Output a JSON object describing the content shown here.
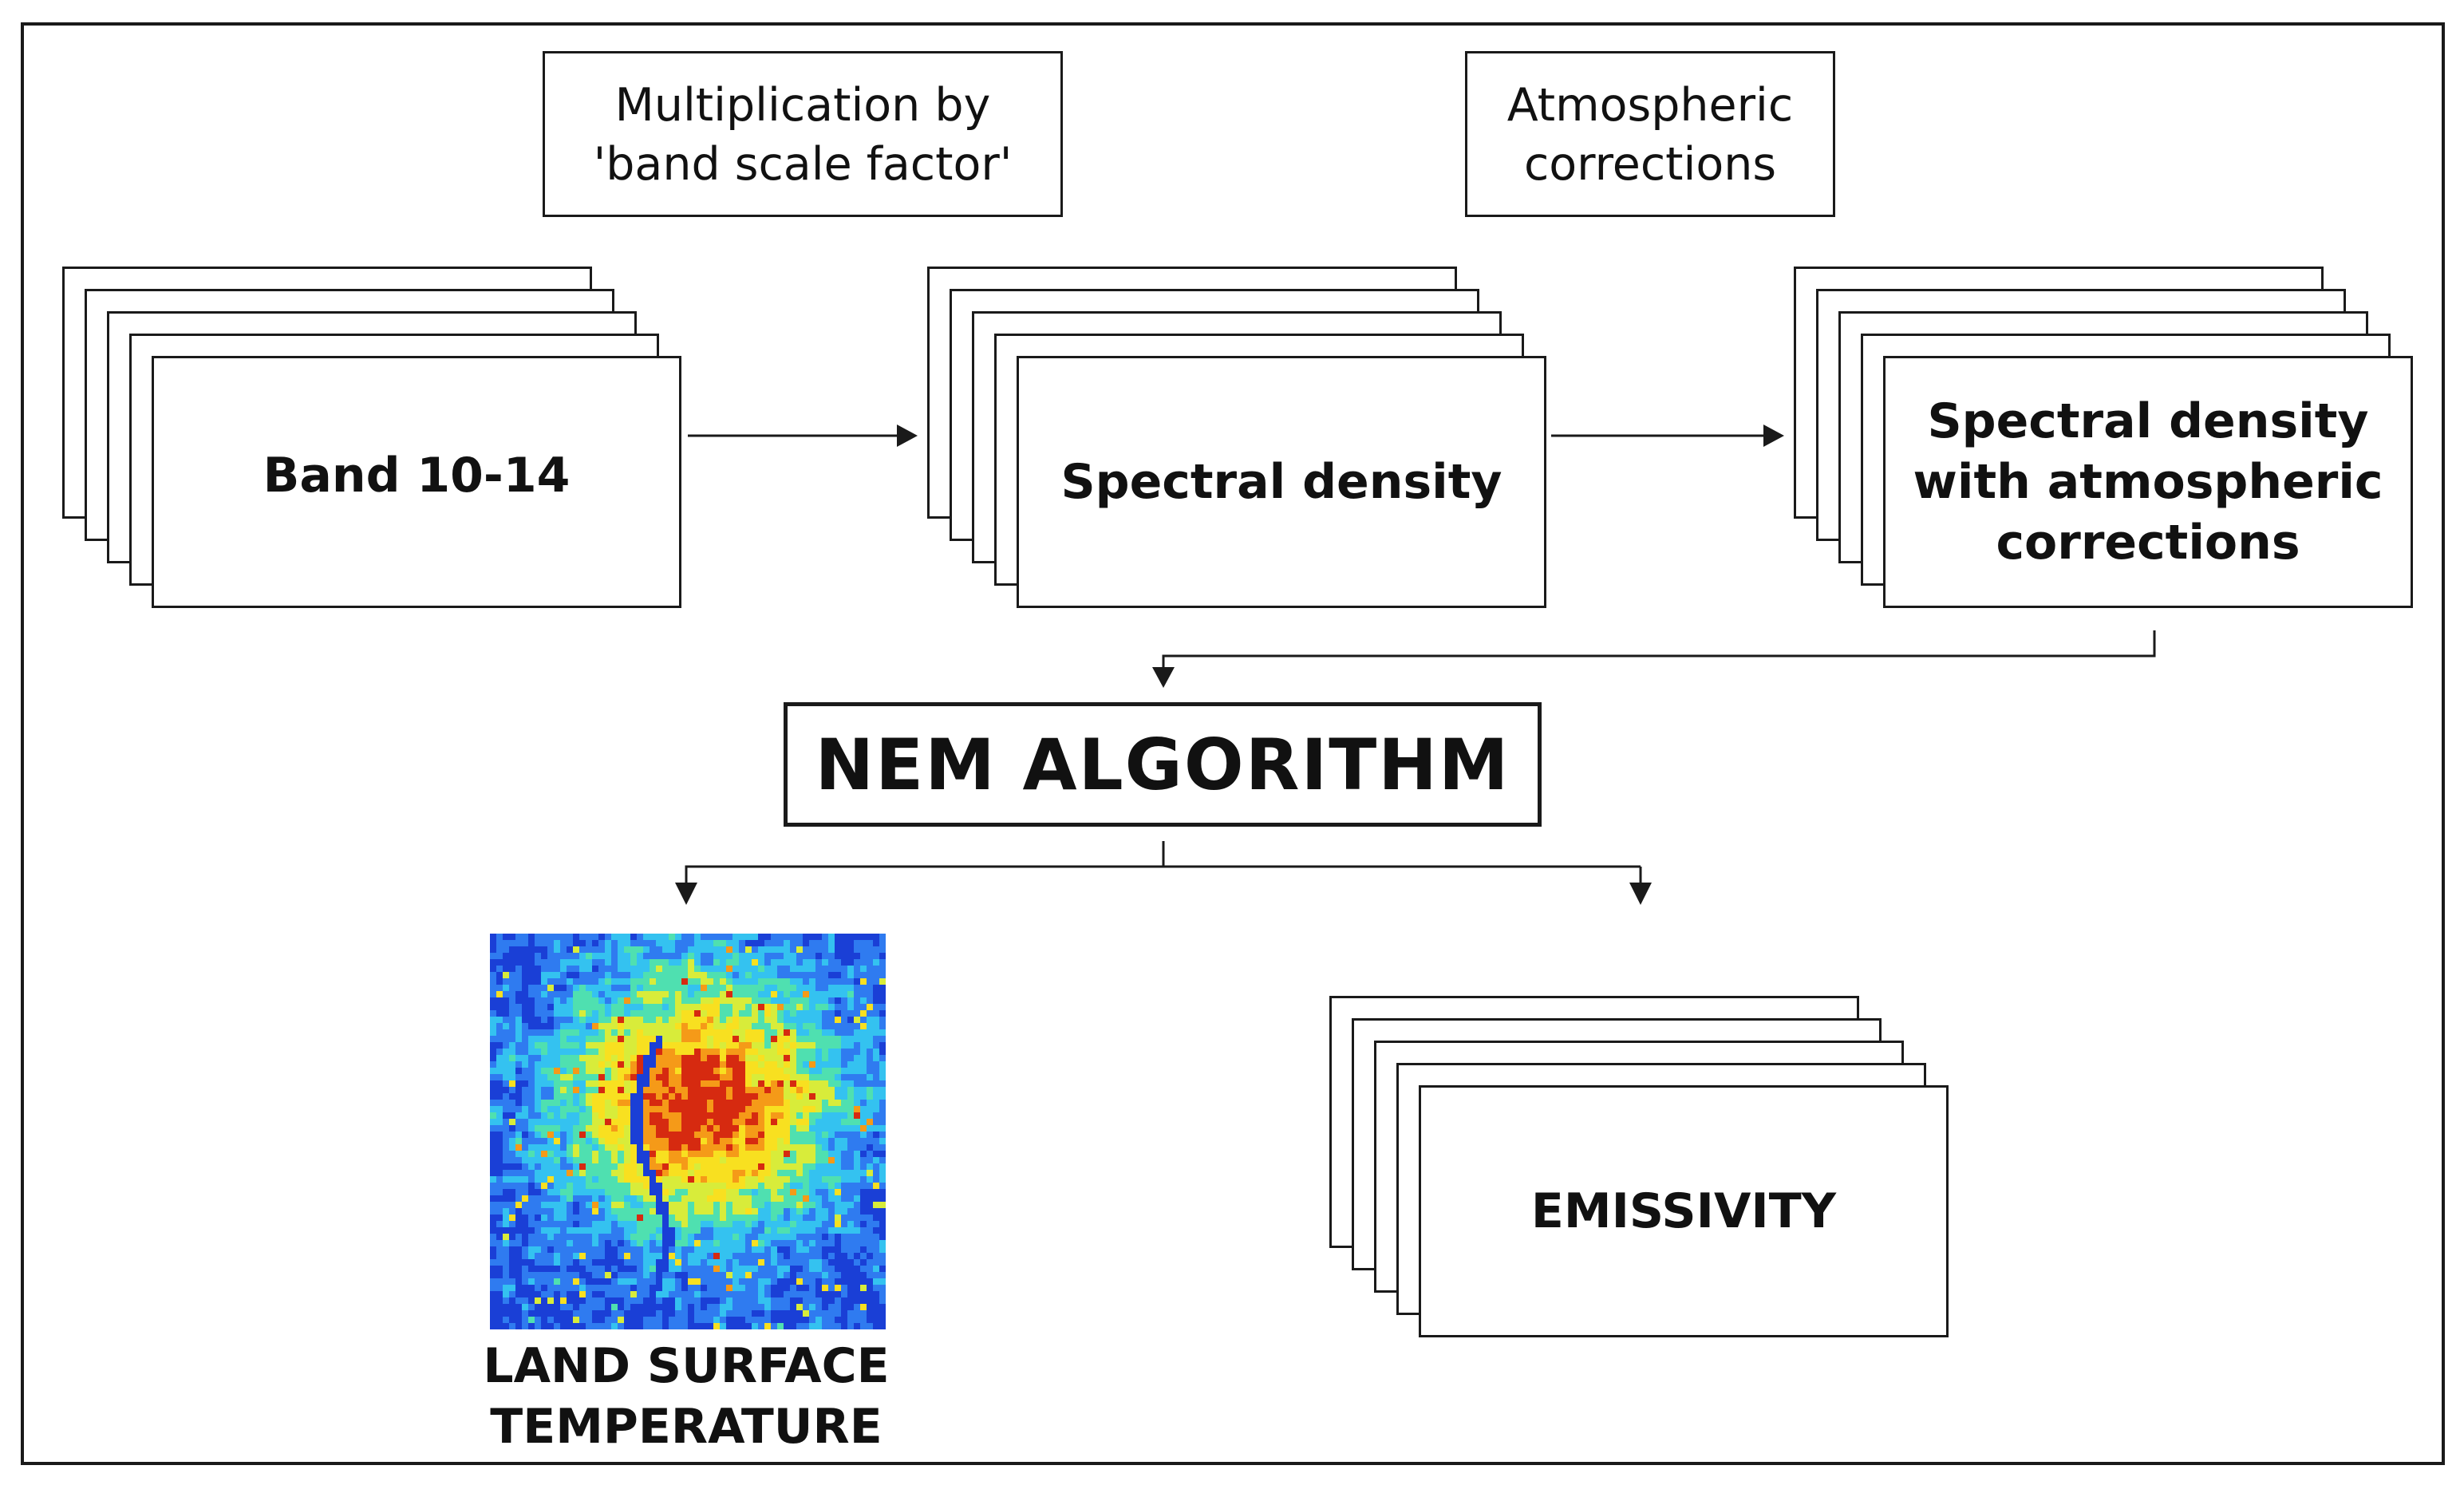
{
  "operations": {
    "band_scale": "Multiplication by 'band scale factor'",
    "atmospheric": "Atmospheric corrections"
  },
  "stacks": {
    "bands": "Band 10-14",
    "spectral_density": "Spectral density",
    "corrected": "Spectral density with atmospheric corrections",
    "emissivity": "EMISSIVITY"
  },
  "algorithm": "NEM ALGORITHM",
  "output_map": {
    "label_line1": "LAND SURFACE",
    "label_line2": "TEMPERATURE",
    "colormap": [
      "#1a3fd6",
      "#2f7bf0",
      "#34c2f0",
      "#4fe0b0",
      "#d8ec3a",
      "#f8e020",
      "#f59a18",
      "#d62a10"
    ]
  },
  "colors": {
    "line": "#1a1a1a",
    "text": "#111111"
  }
}
